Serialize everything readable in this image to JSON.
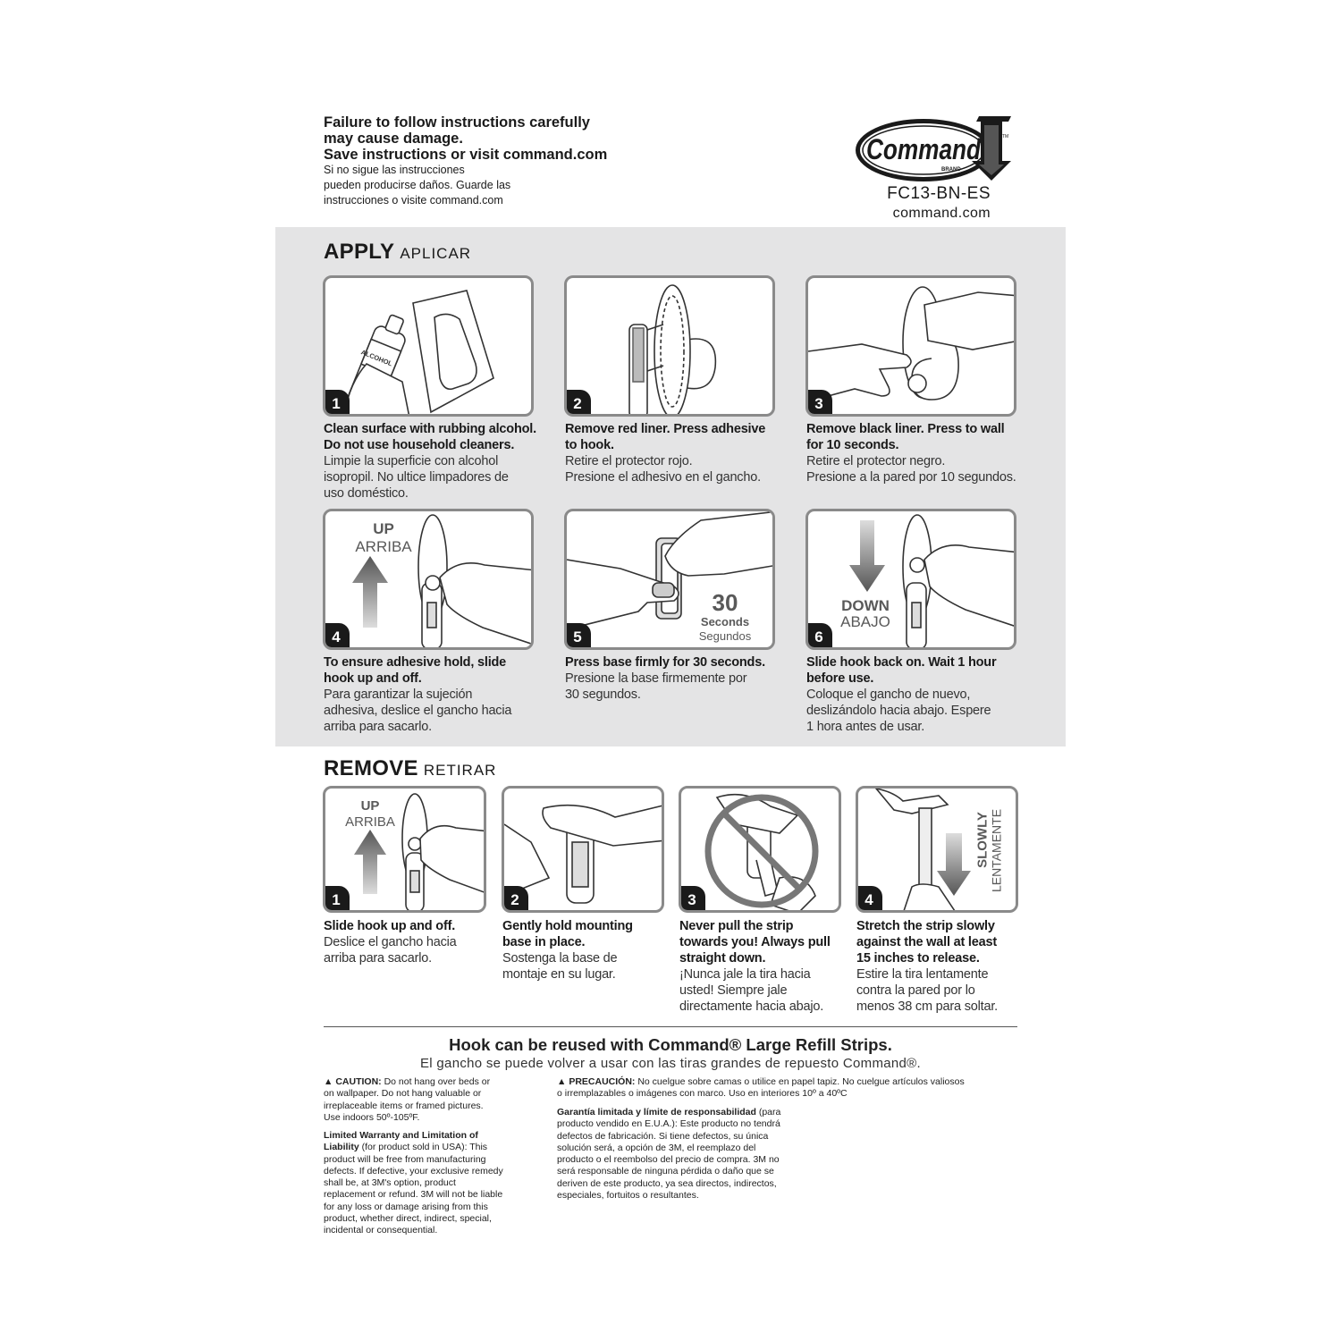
{
  "header": {
    "warning_en": [
      "Failure to follow instructions carefully",
      "may cause damage.",
      "Save instructions or visit command.com"
    ],
    "warning_es": [
      "Si no sigue las instrucciones",
      "pueden producirse daños. Guarde las",
      "instrucciones o visite command.com"
    ],
    "logo_text": "Command",
    "logo_tm": "TM",
    "logo_brand": "BRAND",
    "model": "FC13-BN-ES",
    "website": "command.com"
  },
  "apply": {
    "title": "APPLY",
    "subtitle": "APLICAR",
    "steps": [
      {
        "num": "1",
        "en": [
          "Clean surface with rubbing alcohol.",
          "Do not use household cleaners."
        ],
        "es": [
          "Limpie la superficie con alcohol",
          "isopropil. No ultice limpadores de",
          "uso doméstico."
        ],
        "label": "ALCOHOL"
      },
      {
        "num": "2",
        "en": [
          "Remove red liner. Press adhesive",
          "to hook."
        ],
        "es": [
          "Retire el protector rojo.",
          "Presione el adhesivo en el gancho."
        ]
      },
      {
        "num": "3",
        "en": [
          "Remove black liner. Press to wall",
          "for 10 seconds."
        ],
        "es": [
          "Retire el protector negro.",
          "Presione a la pared por 10 segundos."
        ]
      },
      {
        "num": "4",
        "en": [
          "To ensure adhesive hold, slide",
          "hook up and off."
        ],
        "es": [
          "Para garantizar la sujeción",
          "adhesiva, deslice el gancho hacia",
          "arriba para sacarlo."
        ],
        "label_en": "UP",
        "label_es": "ARRIBA"
      },
      {
        "num": "5",
        "en": [
          "Press base firmly for 30 seconds."
        ],
        "es": [
          "Presione la base firmemente por",
          "30 segundos."
        ],
        "label_num": "30",
        "label_en": "Seconds",
        "label_es": "Segundos"
      },
      {
        "num": "6",
        "en": [
          "Slide hook back on. Wait 1 hour",
          "before use."
        ],
        "es": [
          "Coloque el gancho de nuevo,",
          "deslizándolo hacia abajo. Espere",
          "1 hora antes de usar."
        ],
        "label_en": "DOWN",
        "label_es": "ABAJO"
      }
    ]
  },
  "remove": {
    "title": "REMOVE",
    "subtitle": "RETIRAR",
    "steps": [
      {
        "num": "1",
        "en": [
          "Slide hook up and off."
        ],
        "es": [
          "Deslice el gancho hacia",
          "arriba para sacarlo."
        ],
        "label_en": "UP",
        "label_es": "ARRIBA"
      },
      {
        "num": "2",
        "en": [
          "Gently hold mounting",
          "base in place."
        ],
        "es": [
          "Sostenga la base de",
          "montaje en su lugar."
        ]
      },
      {
        "num": "3",
        "en": [
          "Never pull the strip",
          "towards you! Always pull",
          "straight down."
        ],
        "es": [
          "¡Nunca jale la tira hacia",
          "usted! Siempre jale",
          "directamente hacia abajo."
        ]
      },
      {
        "num": "4",
        "en": [
          "Stretch the strip slowly",
          "against the wall at least",
          "15 inches to release."
        ],
        "es": [
          "Estire la tira lentamente",
          "contra la pared por lo",
          "menos 38 cm para soltar."
        ],
        "label_en": "SLOWLY",
        "label_es": "LENTAMENTE"
      }
    ]
  },
  "reuse": {
    "en": "Hook can be reused with Command® Large Refill Strips.",
    "es": "El gancho se puede volver a usar con las tiras grandes de repuesto Command®."
  },
  "legal": {
    "caution_label": "CAUTION:",
    "caution_lines": [
      "Do not hang over beds or",
      "on wallpaper. Do not hang valuable or",
      "irreplaceable items or framed pictures.",
      "Use indoors 50º-105ºF."
    ],
    "warranty_label_lines": [
      "Limited Warranty and Limitation of",
      "Liability"
    ],
    "warranty_lines": [
      "(for product sold in USA): This",
      "product will be free from manufacturing",
      "defects. If defective, your exclusive remedy",
      "shall be, at 3M's option, product",
      "replacement or refund. 3M will not be liable",
      "for any loss or damage arising from this",
      "product, whether direct, indirect, special,",
      "incidental or consequential."
    ],
    "precaution_label": "PRECAUCIÓN:",
    "precaution_lines": [
      "No cuelgue sobre camas o utilice en papel tapiz. No cuelgue artículos valiosos",
      "o irremplazables o imágenes con marco. Uso en interiores 10º a 40ºC"
    ],
    "garantia_label": "Garantía limitada y límite de responsabilidad",
    "garantia_lines": [
      "(para",
      "producto vendido en E.U.A.): Este producto no tendrá",
      "defectos de fabricación. Si tiene defectos, su única",
      "solución será, a opción de 3M, el reemplazo del",
      "producto o el reembolso del precio de compra. 3M no",
      "será responsable de ninguna pérdida o daño que se",
      "deriven de este producto, ya sea directos, indirectos,",
      "especiales, fortuitos o resultantes."
    ]
  }
}
